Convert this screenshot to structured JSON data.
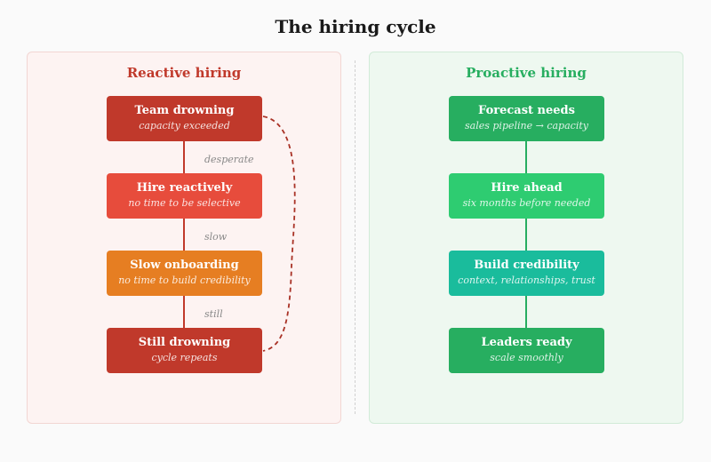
{
  "title": "The hiring cycle",
  "reactive": {
    "title": "Reactive hiring",
    "color": "#c0392b",
    "steps": [
      {
        "label": "Team drowning",
        "sub": "capacity exceeded",
        "color": "#c0392b"
      },
      {
        "label": "Hire reactively",
        "sub": "no time to be selective",
        "color": "#e74c3c"
      },
      {
        "label": "Slow onboarding",
        "sub": "no time to build credibility",
        "color": "#e67e22"
      },
      {
        "label": "Still drowning",
        "sub": "cycle repeats",
        "color": "#c0392b"
      }
    ],
    "edges": [
      "desperate",
      "slow",
      "still"
    ]
  },
  "proactive": {
    "title": "Proactive hiring",
    "color": "#27ae60",
    "steps": [
      {
        "label": "Forecast needs",
        "sub": "sales pipeline → capacity",
        "color": "#27ae60"
      },
      {
        "label": "Hire ahead",
        "sub": "six months before needed",
        "color": "#2ecc71"
      },
      {
        "label": "Build credibility",
        "sub": "context, relationships, trust",
        "color": "#1abc9c"
      },
      {
        "label": "Leaders ready",
        "sub": "scale smoothly",
        "color": "#27ae60"
      }
    ]
  }
}
